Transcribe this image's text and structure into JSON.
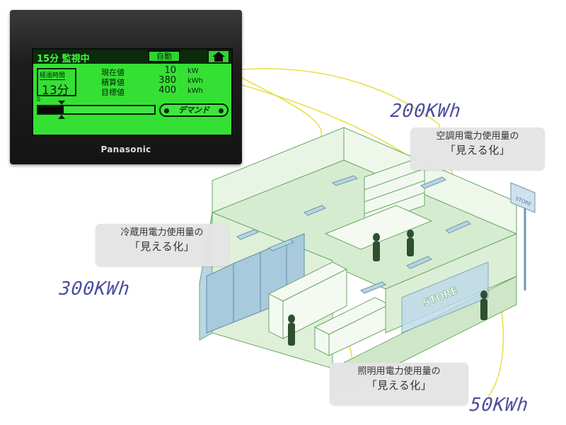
{
  "device": {
    "status": "15分 監視中",
    "auto_button": "自動",
    "elapsed": {
      "label": "経過時間",
      "value": "13分"
    },
    "readings": [
      {
        "label": "現在値",
        "value": "10",
        "unit": "kW"
      },
      {
        "label": "積算値",
        "value": "380",
        "unit": "kWh"
      },
      {
        "label": "目標値",
        "value": "400",
        "unit": "kWh"
      }
    ],
    "bar_min_label": "0",
    "bar_fill_fraction": 0.22,
    "demand_button": "デマンド",
    "brand": "Panasonic",
    "icons": {
      "home": "home-icon"
    }
  },
  "colors": {
    "screen": "#35e035",
    "kwh_text": "#4e4d9e",
    "lines": "#e8e04a",
    "building": "#9ac98f"
  },
  "callouts": {
    "ac": {
      "line1": "空調用電力使用量の",
      "line2": "「見える化」",
      "kwh": "200KWh"
    },
    "fridge": {
      "line1": "冷蔵用電力使用量の",
      "line2": "「見える化」",
      "kwh": "300KWh"
    },
    "lighting": {
      "line1": "照明用電力使用量の",
      "line2": "「見える化」",
      "kwh": "50KWh"
    }
  },
  "store_sign": "STORE",
  "pole_sign": "STORE"
}
